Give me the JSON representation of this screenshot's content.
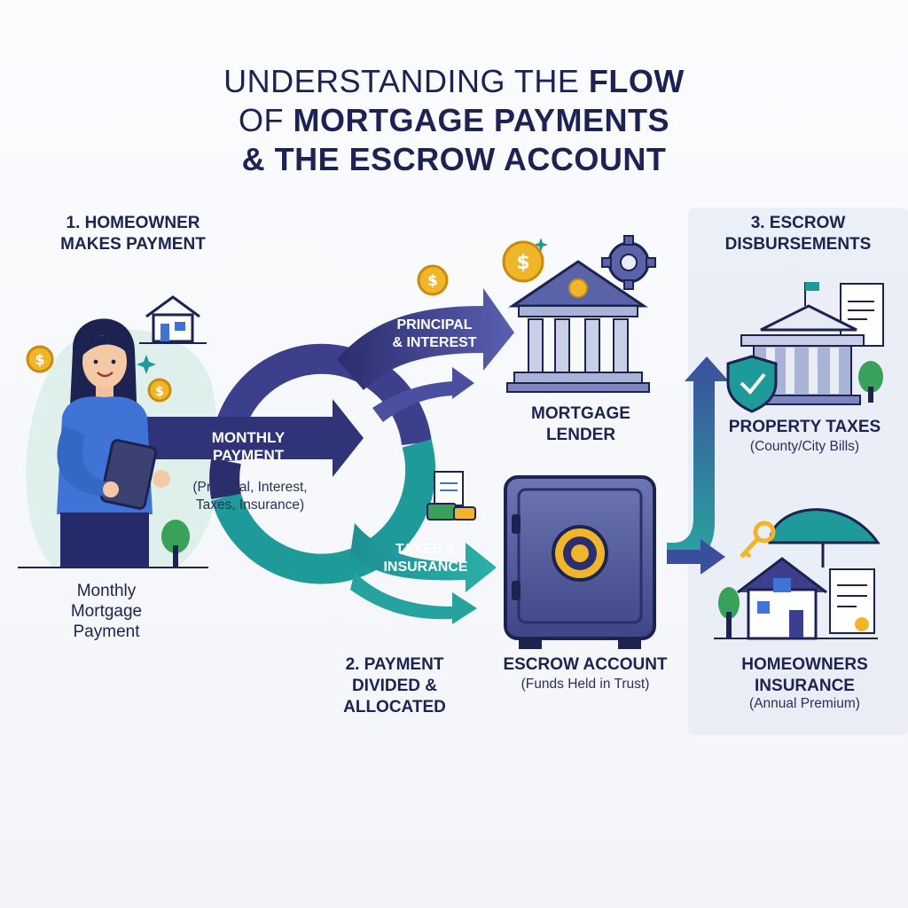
{
  "title": {
    "line1_normal": "UNDERSTANDING THE ",
    "line1_bold": "FLOW",
    "line2_normal": "OF ",
    "line2_bold": "MORTGAGE PAYMENTS",
    "line3": "& THE ESCROW ACCOUNT"
  },
  "steps": {
    "step1": [
      "1. HOMEOWNER",
      "MAKES PAYMENT"
    ],
    "step2": [
      "2. PAYMENT",
      "DIVIDED &",
      "ALLOCATED"
    ],
    "step3": [
      "3. ESCROW",
      "DISBURSEMENTS"
    ]
  },
  "homeowner": {
    "caption": [
      "Monthly",
      "Mortgage",
      "Payment"
    ]
  },
  "flows": {
    "monthly_payment": {
      "label": [
        "MONTHLY",
        "PAYMENT"
      ],
      "detail": [
        "(Principal, Interest,",
        "Taxes, Insurance)"
      ]
    },
    "principal_interest": [
      "PRINCIPAL",
      "& INTEREST"
    ],
    "taxes_insurance": [
      "TAXES &",
      "INSURANCE"
    ]
  },
  "lender": {
    "label": [
      "MORTGAGE",
      "LENDER"
    ]
  },
  "escrow": {
    "label": "ESCROW ACCOUNT",
    "detail": "(Funds Held in Trust)"
  },
  "property_taxes": {
    "label": "PROPERTY TAXES",
    "detail": "(County/City Bills)"
  },
  "insurance": {
    "label": [
      "HOMEOWNERS",
      "INSURANCE"
    ],
    "detail": "(Annual Premium)"
  },
  "colors": {
    "navy": "#252a6b",
    "purple": "#4a4a9a",
    "teal": "#1f9a9a",
    "gold": "#f1b52a",
    "shirt_blue": "#3f74d6"
  },
  "icons": [
    "house-icon",
    "coin-icon",
    "bank-icon",
    "gear-icon",
    "safe-icon",
    "government-building-icon",
    "shield-check-icon",
    "document-icon",
    "key-icon",
    "umbrella-icon",
    "tree-icon",
    "sparkle-icon"
  ]
}
